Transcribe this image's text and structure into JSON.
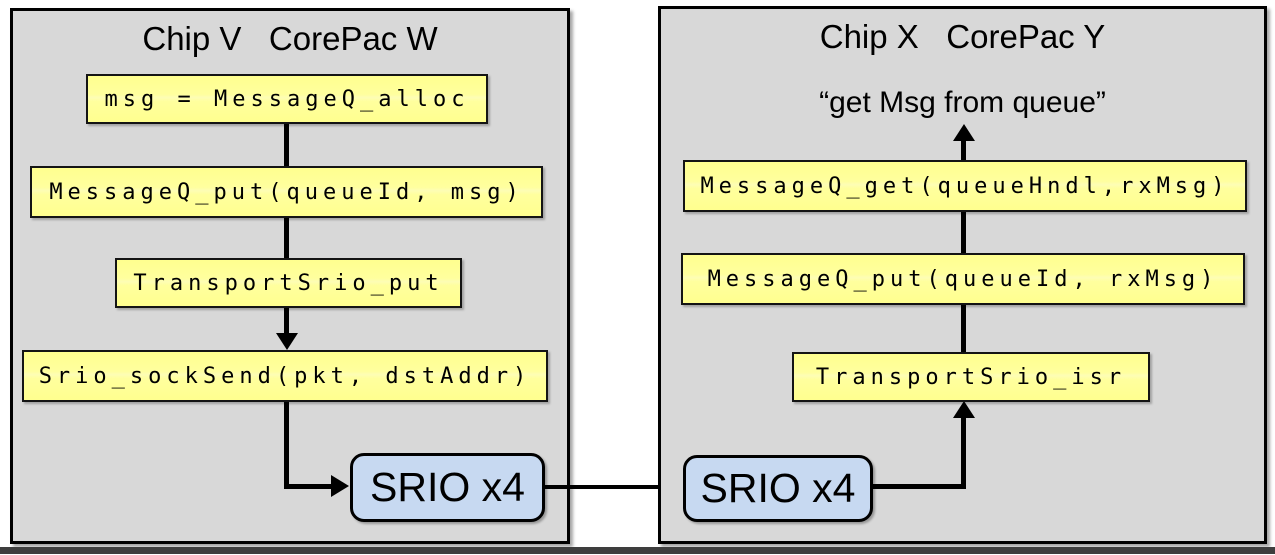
{
  "diagram": {
    "type": "flow-diagram",
    "description_colors": {
      "chip_fill": "#d8d8d8",
      "chip_border": "#000000",
      "step_box_fill": "#ffff99",
      "step_box_border": "#141414",
      "srio_fill": "#c7d9f1",
      "connector": "#000000",
      "footer_bar": "#3e3e3e"
    },
    "left_chip": {
      "title": "Chip V   CorePac W",
      "steps": [
        "msg = MessageQ_alloc",
        "MessageQ_put(queueId, msg)",
        "TransportSrio_put",
        "Srio_sockSend(pkt, dstAddr)"
      ],
      "srio_label": "SRIO x4"
    },
    "right_chip": {
      "title": "Chip X   CorePac Y",
      "annotation": "“get Msg from queue”",
      "steps": [
        "MessageQ_get(queueHndl,rxMsg)",
        "MessageQ_put(queueId, rxMsg)",
        "TransportSrio_isr"
      ],
      "srio_label": "SRIO x4"
    }
  }
}
